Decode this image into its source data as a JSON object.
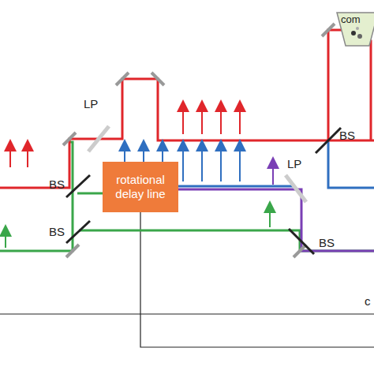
{
  "diagram": {
    "nodes": [
      {
        "text": [
          "com"
        ]
      },
      {
        "text": [
          "rotational delay line"
        ]
      }
    ],
    "labels": [
      "LP",
      "BS",
      "BS",
      "LP",
      "BS",
      "BS",
      "c"
    ]
  }
}
